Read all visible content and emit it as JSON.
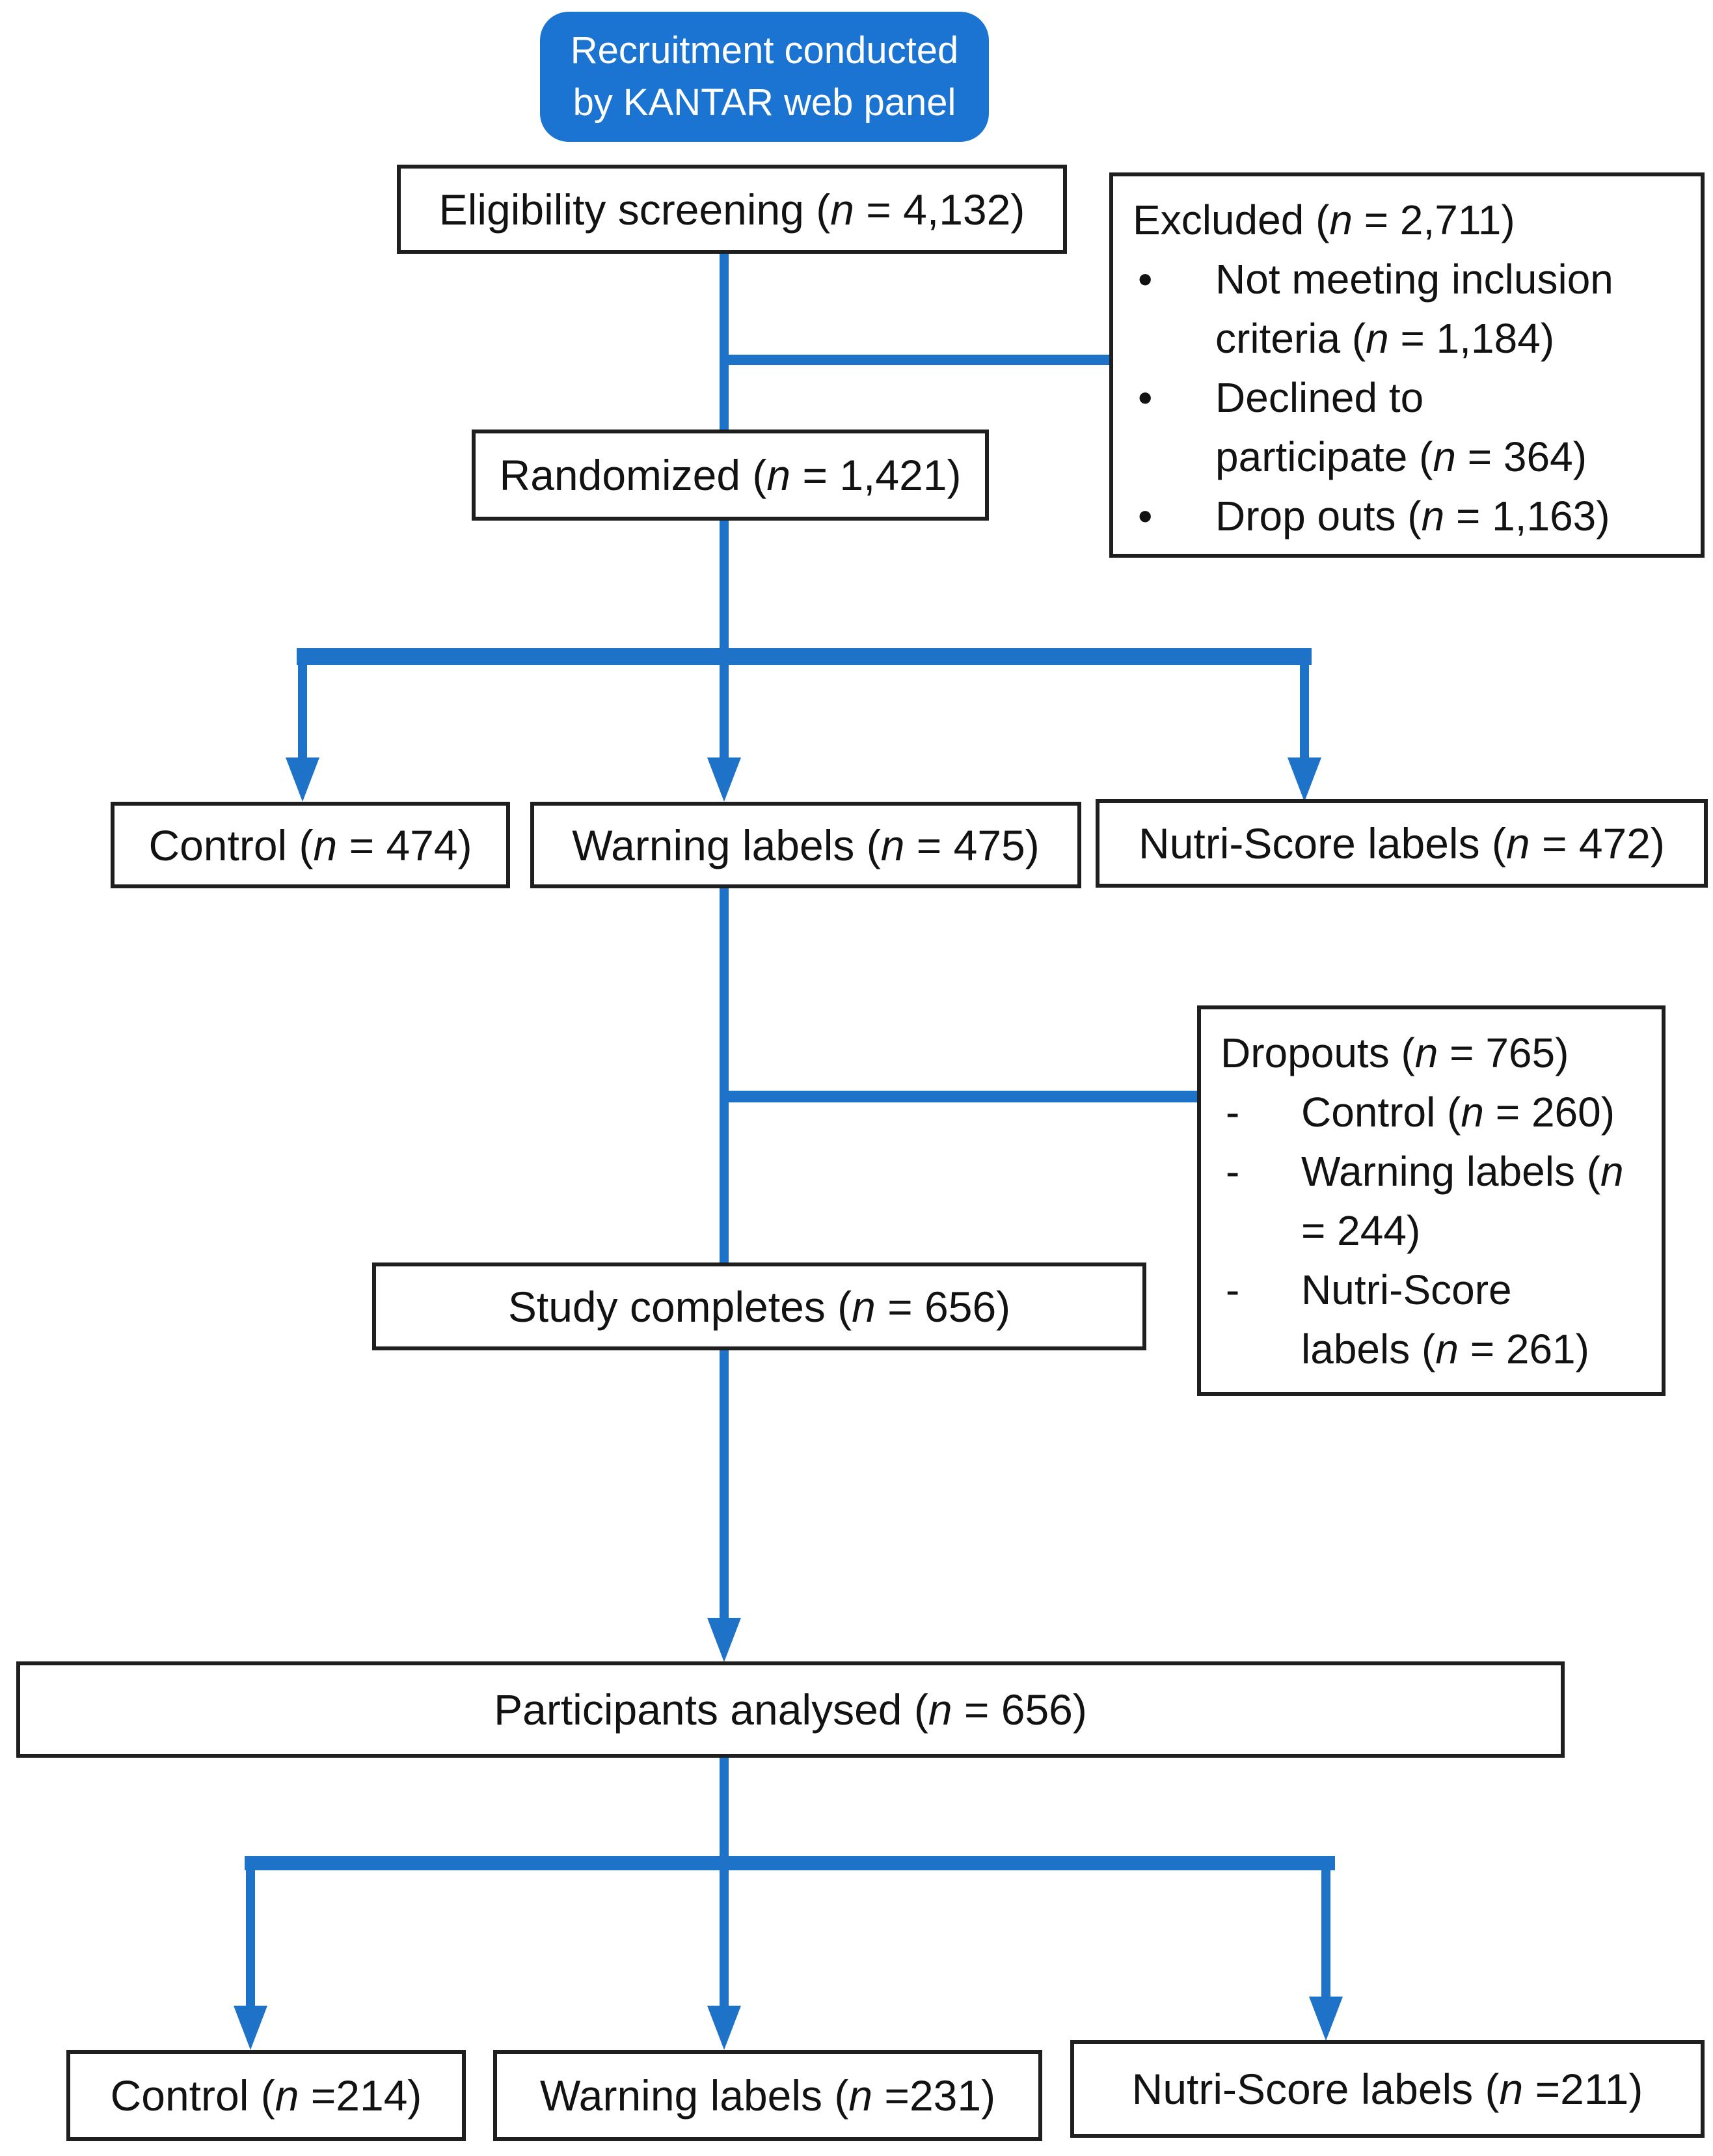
{
  "diagram": {
    "source": {
      "label": "Recruitment conducted by KANTAR web panel"
    },
    "eligibility": {
      "label": "Eligibility screening (n = 4,132)"
    },
    "excluded": {
      "title": "Excluded (n = 2,711)",
      "items": [
        "Not meeting inclusion criteria (n = 1,184)",
        "Declined to participate (n = 364)",
        "Drop outs (n = 1,163)"
      ]
    },
    "randomized": {
      "label": "Randomized (n = 1,421)"
    },
    "allocation": [
      {
        "label": "Control (n = 474)"
      },
      {
        "label": "Warning labels (n = 475)"
      },
      {
        "label": "Nutri-Score labels (n = 472)"
      }
    ],
    "dropouts": {
      "title": "Dropouts (n = 765)",
      "items": [
        "Control (n = 260)",
        "Warning labels (n = 244)",
        "Nutri-Score labels (n = 261)"
      ]
    },
    "study_completes": {
      "label": "Study completes (n = 656)"
    },
    "participants_analysed": {
      "label": "Participants analysed (n = 656)"
    },
    "analysed": [
      {
        "label": "Control (n =214)"
      },
      {
        "label": "Warning labels (n =231)"
      },
      {
        "label": "Nutri-Score labels (n =211)"
      }
    ],
    "colors": {
      "connector_blue": "#1E73C8",
      "source_fill": "#1B74D2",
      "box_border": "#1F1F1F"
    }
  }
}
